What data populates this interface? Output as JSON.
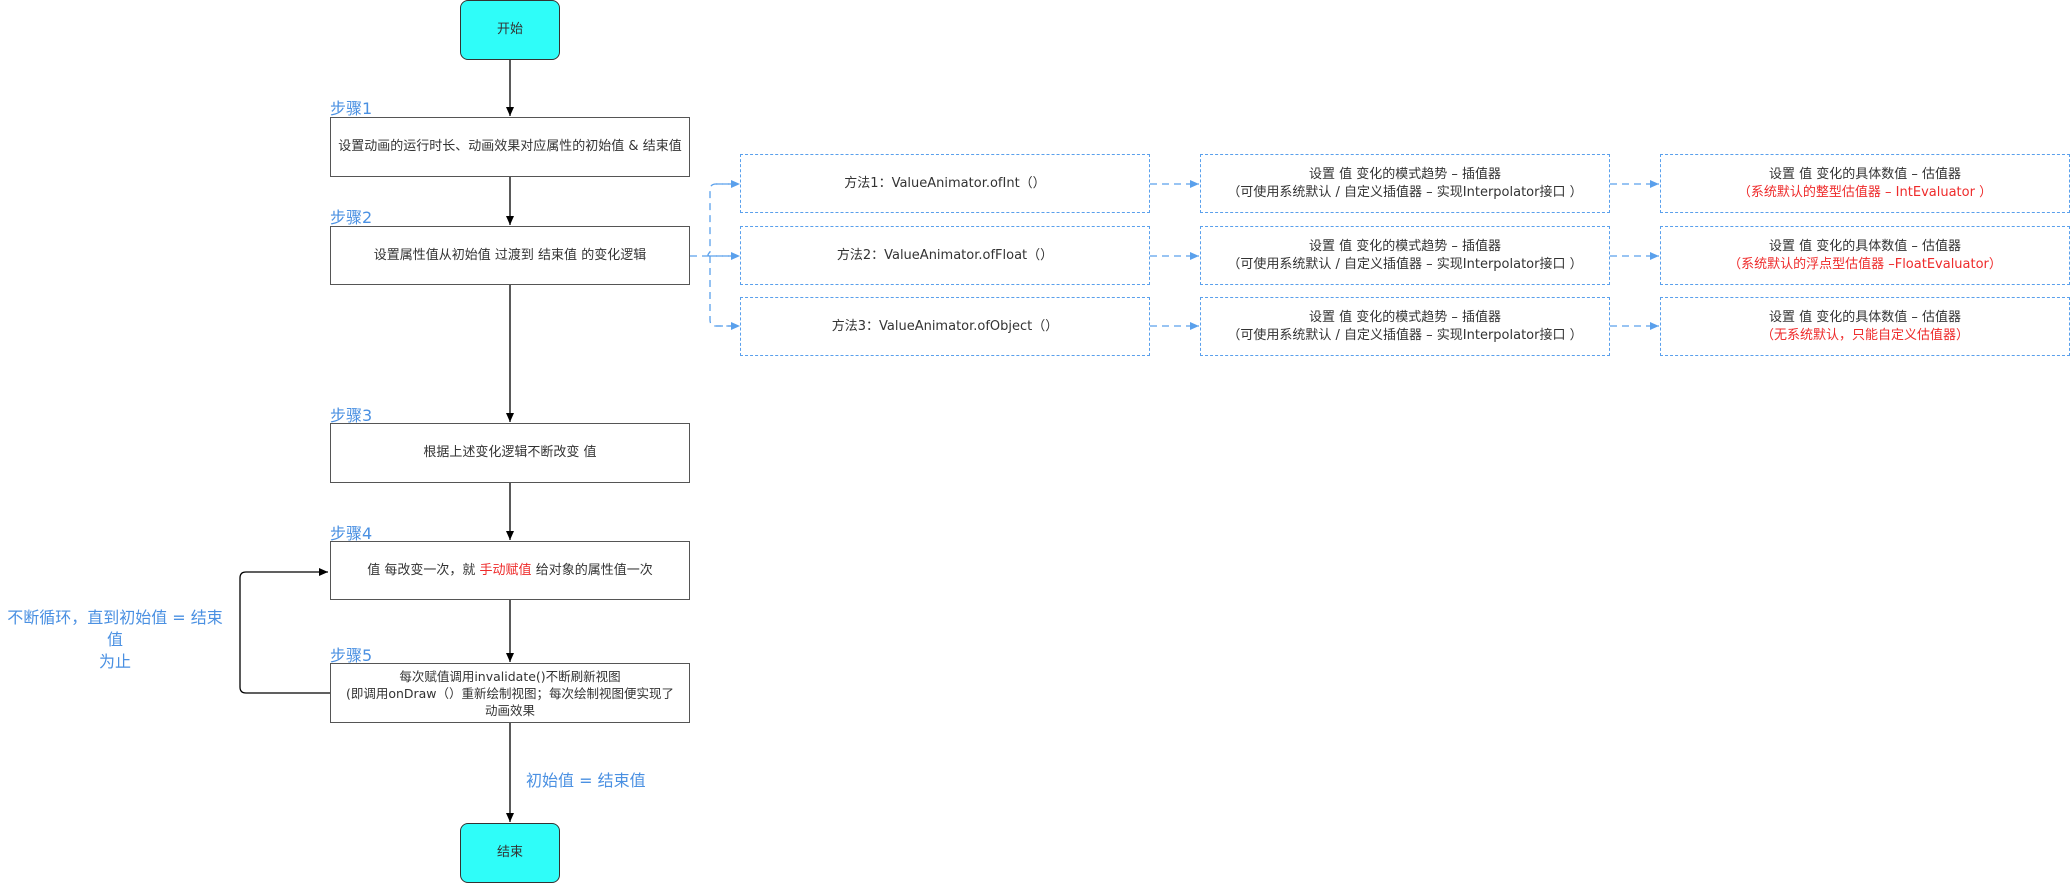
{
  "nodes": {
    "start": "开始",
    "end": "结束"
  },
  "steps": {
    "step1_label": "步骤1",
    "step1_text": "设置动画的运行时长、动画效果对应属性的初始值 & 结束值",
    "step2_label": "步骤2",
    "step2_text": "设置属性值从初始值 过渡到 结束值 的变化逻辑",
    "step3_label": "步骤3",
    "step3_text": "根据上述变化逻辑不断改变 值",
    "step4_label": "步骤4",
    "step4_pre": "值 每改变一次，就 ",
    "step4_highlight": "手动赋值",
    "step4_post": " 给对象的属性值一次",
    "step5_label": "步骤5",
    "step5_line1": "每次赋值调用invalidate()不断刷新视图",
    "step5_line2": "(即调用onDraw（）重新绘制视图；每次绘制视图便实现了",
    "step5_line3": "动画效果"
  },
  "loop_note": {
    "line1": "不断循环，直到初始值 = 结束值",
    "line2": "为止"
  },
  "end_note": "初始值 = 结束值",
  "methods": [
    {
      "method": "方法1：ValueAnimator.ofInt（）",
      "interp_line1": "设置 值 变化的模式趋势 – 插值器",
      "interp_line2": "（可使用系统默认 / 自定义插值器 – 实现Interpolator接口 ）",
      "eval_line1": "设置 值 变化的具体数值 – 估值器",
      "eval_line2": "（系统默认的整型估值器 – IntEvaluator ）"
    },
    {
      "method": "方法2：ValueAnimator.ofFloat（）",
      "interp_line1": "设置 值 变化的模式趋势 – 插值器",
      "interp_line2": "（可使用系统默认 / 自定义插值器 – 实现Interpolator接口 ）",
      "eval_line1": "设置 值 变化的具体数值 – 估值器",
      "eval_line2": "（系统默认的浮点型估值器  –FloatEvaluator）"
    },
    {
      "method": "方法3：ValueAnimator.ofObject（）",
      "interp_line1": "设置 值 变化的模式趋势 – 插值器",
      "interp_line2": "（可使用系统默认 / 自定义插值器 – 实现Interpolator接口 ）",
      "eval_line1": "设置 值 变化的具体数值 – 估值器",
      "eval_line2": "（无系统默认，只能自定义估值器）"
    }
  ],
  "colors": {
    "terminal_fill": "#2ffdf9",
    "step_label": "#4a90e2",
    "dashed_border": "#5aa0ec",
    "highlight_red": "#ee2b2b"
  }
}
